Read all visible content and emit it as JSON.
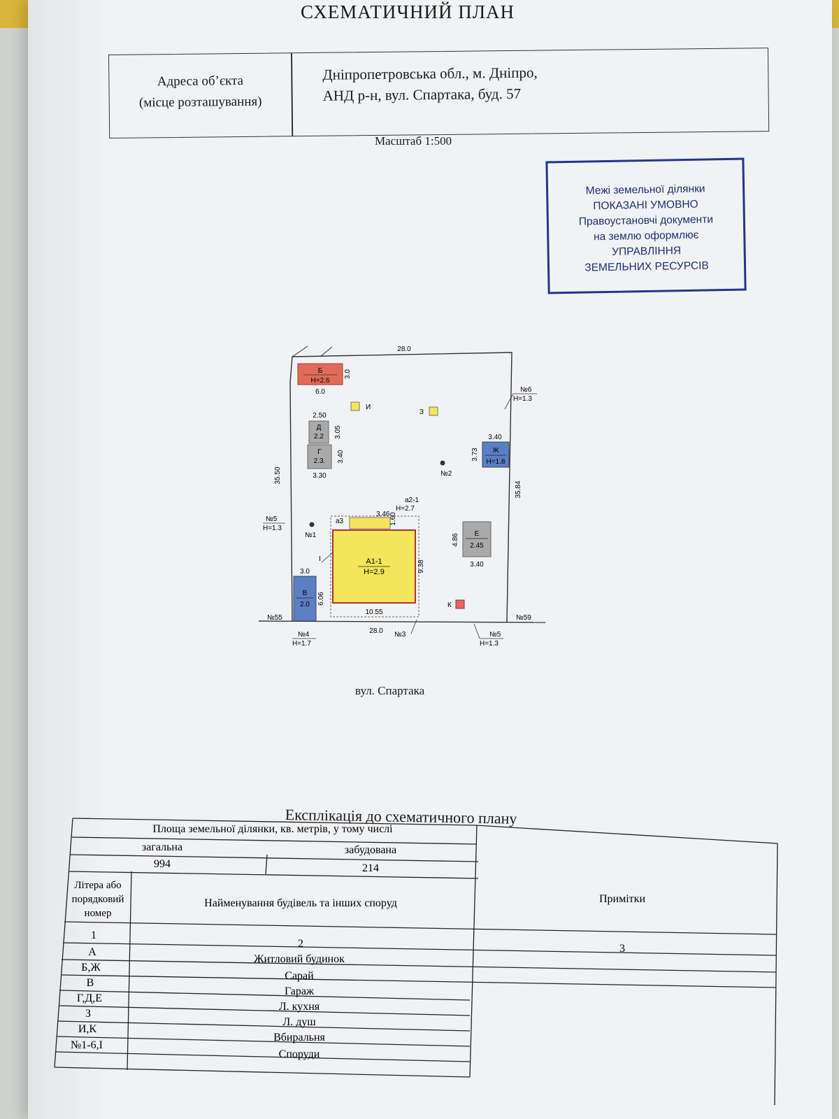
{
  "document": {
    "title": "СХЕМАТИЧНИЙ ПЛАН",
    "address": {
      "label_line1": "Адреса об’єкта",
      "label_line2": "(місце розташування)",
      "value_line1": "Дніпропетровська обл., м. Дніпро,",
      "value_line2": "АНД р-н, вул. Спартака, буд. 57"
    },
    "scale": "Масштаб 1:500",
    "stamp": {
      "lines": [
        "Межі земельної ділянки",
        "ПОКАЗАНІ УМОВНО",
        "Правоустановчі документи",
        "на землю оформлює",
        "УПРАВЛІННЯ",
        "ЗЕМЕЛЬНИХ РЕСУРСІВ"
      ],
      "color": "#24358a"
    },
    "street": "вул. Спартака"
  },
  "plan": {
    "colors": {
      "yellow": "#f3e65a",
      "red": "#e06b5a",
      "blue": "#5b7fc4",
      "grey": "#a9a9a9",
      "outline": "#b03030"
    },
    "dimensions": {
      "top": "28.0",
      "bottom": "28.0",
      "left": "35.50",
      "right": "35.84",
      "b_width": "6.0",
      "b_height": "3.0",
      "d_width": "2.50",
      "d_height": "3.05",
      "g_height": "3.40",
      "g_width": "3.30",
      "zh_width": "3.40",
      "zh_height": "3.73",
      "a2_width": "3.46",
      "a2_height": "1.60",
      "a_width": "10.55",
      "a_height": "9.38",
      "e_height": "4.86",
      "e_width": "3.40",
      "v_width": "3.0",
      "v_height": "6.06"
    },
    "buildings": {
      "b": {
        "letter": "Б",
        "height": "Н=2.6"
      },
      "zh": {
        "letter": "Ж",
        "height": "Н=1.8"
      },
      "d": {
        "letter": "Д",
        "height": "2.2"
      },
      "g": {
        "letter": "Г",
        "height": "2.3."
      },
      "a": {
        "letter": "А1-1",
        "height": "Н=2.9"
      },
      "a2": {
        "letter": "а2-1",
        "height": "Н=2.7"
      },
      "a3": "а3",
      "e": {
        "letter": "Е",
        "height": "2.45"
      },
      "v": {
        "letter": "В",
        "height": "2.0"
      },
      "i": "И",
      "z": "З",
      "k": "К"
    },
    "markers": {
      "n1": "№1",
      "n2": "№2",
      "n3": "№3",
      "roman1": "І",
      "n4": "№4",
      "n4_h": "Н=1.7",
      "n5_left": "№5",
      "n5_left_h": "Н=1.3",
      "n5_right": "№5",
      "n5_right_h": "Н=1.3",
      "n6": "№6",
      "n6_h": "Н=1.3",
      "n55": "№55",
      "n59": "№59"
    }
  },
  "explication": {
    "title": "Експлікація до схематичного плану",
    "area_header": "Площа земельної ділянки, кв. метрів, у тому числі",
    "total_label": "загальна",
    "built_label": "забудована",
    "total_value": "994",
    "built_value": "214",
    "col1_line1": "Літера або",
    "col1_line2": "порядковий",
    "col1_line3": "номер",
    "col2": "Найменування будівель та інших споруд",
    "col3": "Примітки",
    "num1": "1",
    "num2": "2",
    "num3": "3",
    "rows": [
      {
        "letter": "А",
        "name": "Житловий будинок"
      },
      {
        "letter": "Б,Ж",
        "name": "Сарай"
      },
      {
        "letter": "В",
        "name": "Гараж"
      },
      {
        "letter": "Г,Д,Е",
        "name": "Л. кухня"
      },
      {
        "letter": "З",
        "name": "Л. душ"
      },
      {
        "letter": "И,К",
        "name": "Вбиральня"
      },
      {
        "letter": "№1-6,І",
        "name": "Споруди"
      }
    ]
  }
}
